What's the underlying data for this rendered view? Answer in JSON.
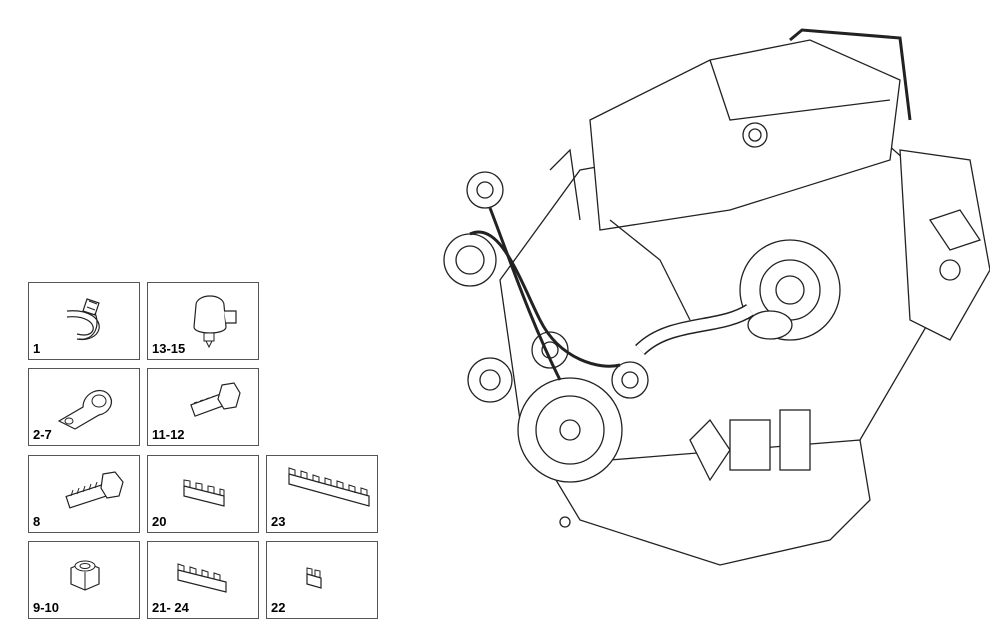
{
  "parts": [
    {
      "id": "tile-1",
      "label": "1",
      "icon": "cable-tie-icon"
    },
    {
      "id": "tile-13-15",
      "label": "13-15",
      "icon": "hose-clamp-icon"
    },
    {
      "id": "tile-2-7",
      "label": "2-7",
      "icon": "p-clip-icon"
    },
    {
      "id": "tile-11-12",
      "label": "11-12",
      "icon": "short-bolt-icon"
    },
    {
      "id": "tile-8",
      "label": "8",
      "icon": "bolt-icon"
    },
    {
      "id": "tile-20",
      "label": "20",
      "icon": "pipe-holder-3-icon"
    },
    {
      "id": "tile-23",
      "label": "23",
      "icon": "pipe-holder-7-icon"
    },
    {
      "id": "tile-9-10",
      "label": "9-10",
      "icon": "nut-icon"
    },
    {
      "id": "tile-21-24",
      "label": "21- 24",
      "icon": "pipe-holder-4-icon"
    },
    {
      "id": "tile-22",
      "label": "22",
      "icon": "pipe-holder-1-icon"
    }
  ],
  "colors": {
    "line": "#222222",
    "border": "#555555",
    "background": "#ffffff"
  }
}
